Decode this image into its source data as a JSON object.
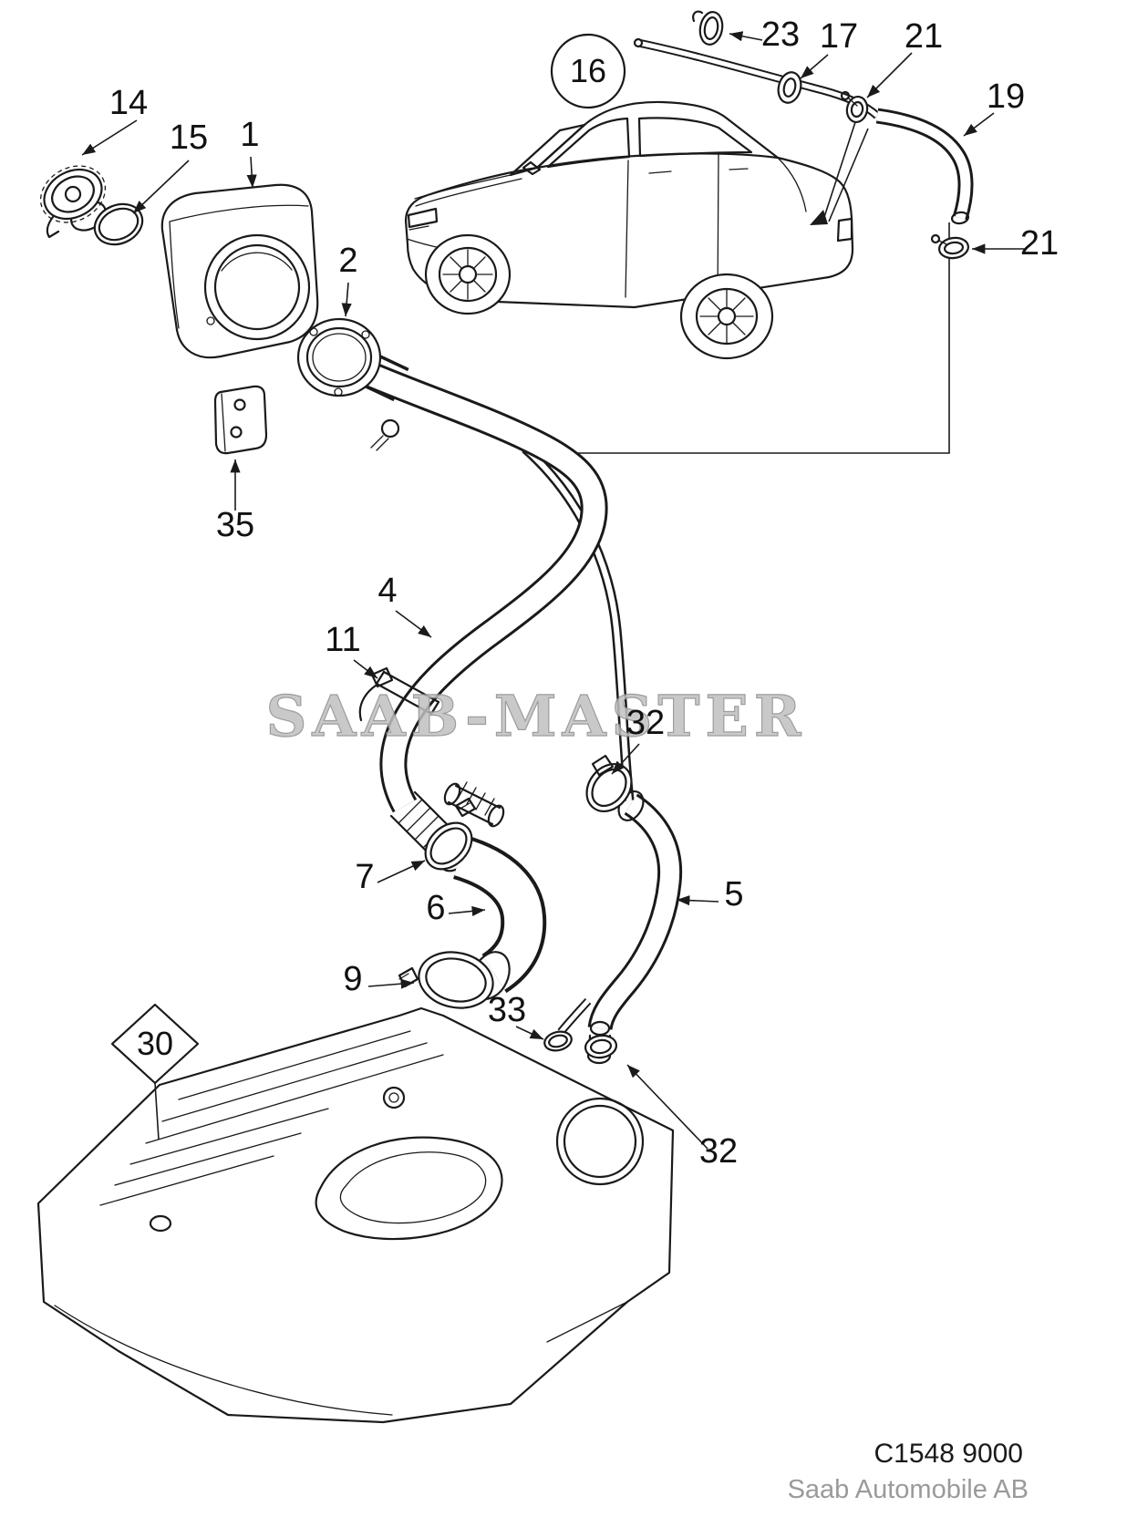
{
  "watermark": {
    "text": "SAAB-MASTER"
  },
  "footer": {
    "drawing_number": "C1548 9000",
    "company": "Saab Automobile AB"
  },
  "colors": {
    "line": "#1a1a1a",
    "watermark_fill": "#c0c0c0",
    "footer_company": "#9a9a9a",
    "background": "#ffffff"
  },
  "callouts": {
    "n14": "14",
    "n15": "15",
    "n1": "1",
    "n2": "2",
    "n35": "35",
    "n4": "4",
    "n11": "11",
    "n16": "16",
    "n23": "23",
    "n17": "17",
    "n21_top": "21",
    "n19": "19",
    "n21_right": "21",
    "n32_upper": "32",
    "n7": "7",
    "n6": "6",
    "n5": "5",
    "n9": "9",
    "n33": "33",
    "n30": "30",
    "n32_lower": "32"
  }
}
